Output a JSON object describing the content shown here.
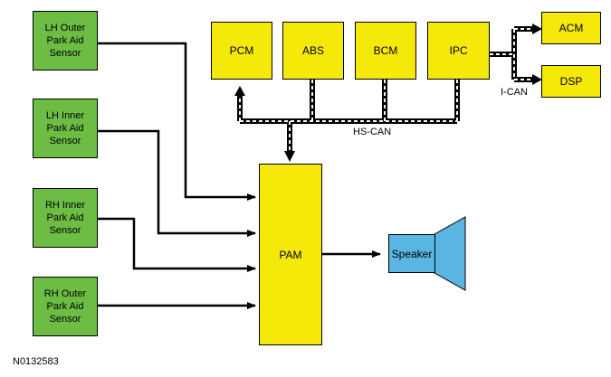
{
  "sensors": [
    {
      "label": "LH Outer\nPark Aid\nSensor"
    },
    {
      "label": "LH Inner\nPark Aid\nSensor"
    },
    {
      "label": "RH Inner\nPark Aid\nSensor"
    },
    {
      "label": "RH Outer\nPark Aid\nSensor"
    }
  ],
  "modules": {
    "pcm": "PCM",
    "abs": "ABS",
    "bcm": "BCM",
    "ipc": "IPC",
    "acm": "ACM",
    "dsp": "DSP",
    "pam": "PAM"
  },
  "speaker": "Speaker",
  "buses": {
    "hs_can": "HS-CAN",
    "i_can": "I-CAN"
  },
  "figure_id": "N0132583",
  "colors": {
    "sensor": "#6dbd45",
    "module": "#f5e90a",
    "speaker": "#5ab5e3"
  }
}
